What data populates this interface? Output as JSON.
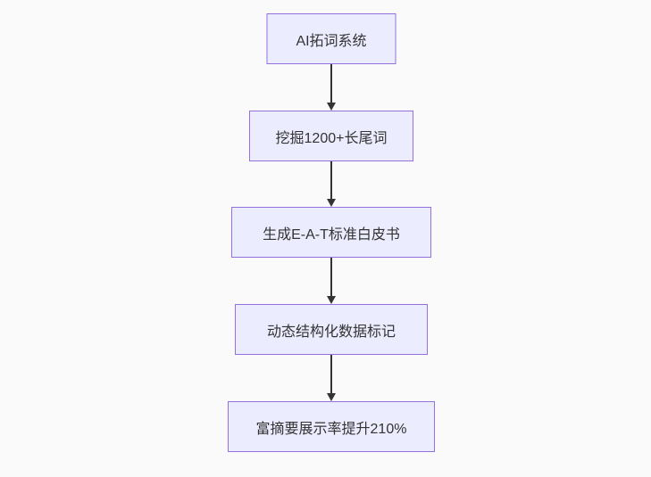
{
  "diagram": {
    "type": "flowchart-vertical",
    "nodes": [
      {
        "id": "A",
        "label": "AI拓词系统"
      },
      {
        "id": "B",
        "label": "挖掘1200+长尾词"
      },
      {
        "id": "C",
        "label": "生成E-A-T标准白皮书"
      },
      {
        "id": "D",
        "label": "动态结构化数据标记"
      },
      {
        "id": "E",
        "label": "富摘要展示率提升210%"
      }
    ],
    "edges": [
      {
        "from": "A",
        "to": "B"
      },
      {
        "from": "B",
        "to": "C"
      },
      {
        "from": "C",
        "to": "D"
      },
      {
        "from": "D",
        "to": "E"
      }
    ],
    "colors": {
      "background": "#fafafa",
      "node_fill": "#ECECFF",
      "node_border": "#9370DB",
      "arrow": "#333333",
      "text": "#333333"
    }
  }
}
